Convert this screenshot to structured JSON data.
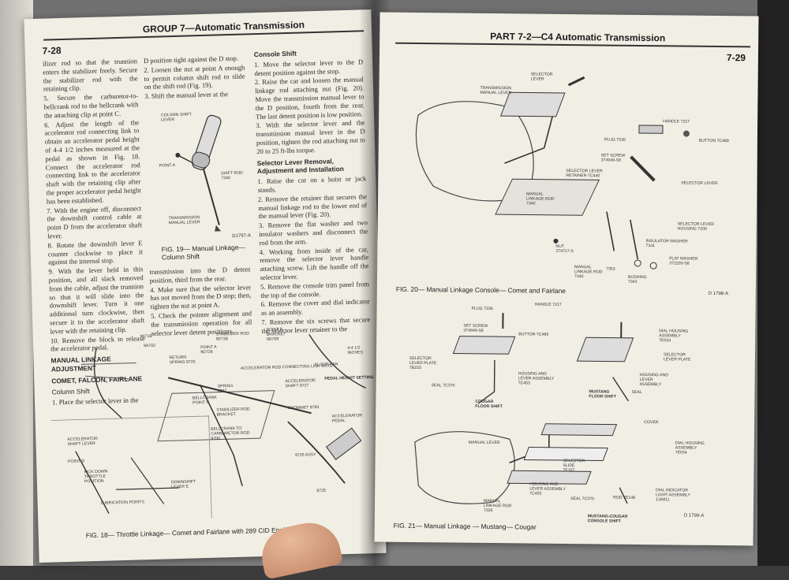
{
  "left_page": {
    "header": "GROUP 7—Automatic Transmission",
    "page_number": "7-28",
    "col1": [
      "ilizer rod so that the trunnion enters the stabilizer freely. Secure the stabilizer rod with the retaining clip.",
      "5. Secure the carburetor-to-bellcrank rod to the bellcrank with the attaching clip at point C.",
      "6. Adjust the length of the accelerator rod connecting link to obtain an accelerator pedal height of 4-4 1/2 inches measured at the pedal as shown in Fig. 18. Connect the accelerator rod connecting link to the accelerator shaft with the retaining clip after the proper accelerator pedal height has been established.",
      "7. With the engine off, disconnect the downshift control cable at point D from the accelerator shaft lever.",
      "8. Rotate the downshift lever E counter clockwise to place it against the internal stop.",
      "9. With the lever held in this position, and all slack removed from the cable, adjust the trunnion so that it will slide into the downshift lever. Turn it one additional turn clockwise, then secure it to the accelerator shaft lever with the retaining clip.",
      "10. Remove the block to release the accelerator pedal."
    ],
    "col1_heading": "MANUAL LINKAGE ADJUSTMENT",
    "col1_subheading": "COMET, FALCON, FAIRLANE",
    "col1_subsub": "Column Shift",
    "col1_step1": "1. Place the selector lever in the",
    "col2_top": [
      "D position tight against the D stop.",
      "2. Loosen the nut at point A enough to permit column shift rod to slide on the shift rod (Fig. 19).",
      "3. Shift the manual lever at the"
    ],
    "col2_bottom": [
      "transmission into the D detent position, third from the rear.",
      "4. Make sure that the selector lever has not moved from the D stop; then, tighten the nut at point A.",
      "5. Check the pointer alignment and the transmission operation for all selector lever detent positions."
    ],
    "fig19": {
      "caption": "FIG. 19— Manual Linkage— Column Shift",
      "code": "D1797-A",
      "labels": [
        "COLUMN SHIFT LEVER",
        "POINT A",
        "SHIFT ROD 7340",
        "TRANSMISSION MANUAL LEVER"
      ]
    },
    "col3_heading": "Console Shift",
    "col3": [
      "1. Move the selector lever to the D detent position against the stop.",
      "2. Raise the car and loosen the manual linkage rod attaching nut (Fig. 20). Move the transmission manual lever to the D position, fourth from the rear. The last detent position is low position.",
      "3. With the selector lever and the transmission manual lever in the D position, tighten the rod attaching nut to 20 to 25 ft-lbs torque."
    ],
    "col3_heading2": "Selector Lever Removal, Adjustment and Installation",
    "col3b": [
      "1. Raise the car on a hoist or jack stands.",
      "2. Remove the retainer that secures the manual linkage rod to the lower end of the manual lever (Fig. 20).",
      "3. Remove the flat washer and two insulator washers and disconnect the rod from the arm.",
      "4. Working from inside of the car, remove the selector lever handle attaching screw. Lift the handle off the selector lever.",
      "5. Remove the console trim panel from the top of the console.",
      "6. Remove the cover and dial indicator as an assembly.",
      "7. Remove the six screws that secure the selector lever retainer to the"
    ],
    "fig18": {
      "caption": "FIG. 18— Throttle Linkage— Comet and Fairlane with 289 CID Engine",
      "labels": [
        "STABILIZER ROD 9071B",
        "POINT B BRACKET 9D709",
        "POINT A 9D728",
        "RETURN SPRING 9725",
        "ACCELERATOR ROD CONNECTING LINK 9A702",
        "SPRING 9737",
        "ACCELERATOR SHAFT 9727",
        "BELLCRANK POINT C",
        "STABILIZER ROD BRACKET",
        "BELLCRANK TO CARBURETOR ROD 9700",
        "GROMMET 9793",
        "ACCELERATOR PEDAL",
        "9725 ASSY",
        "9725",
        "FLOOR PAN",
        "PEDAL HEIGHT SETTING",
        "4-4 1/2 INCHES",
        "ACCELERATOR SHAFT LEVER",
        "POINT D",
        "KICK DOWN THROTTLE POSITION",
        "DOWNSHIFT LEVER E",
        "LUBRICATION POINTS",
        "9071B",
        "9A702"
      ]
    }
  },
  "right_page": {
    "header": "PART 7-2—C4 Automatic Transmission",
    "page_number": "7-29",
    "fig20": {
      "caption": "FIG. 20— Manual Linkage Console— Comet and Fairlane",
      "code": "D 1798-A",
      "labels": [
        "SELECTOR LEVER",
        "TRANSMISSION MANUAL LEVER",
        "HANDLE 7217",
        "PLUG 7236",
        "BUTTON 7C489",
        "SET SCREW 374949-S8",
        "SELECTOR LEVER RETAINER-7C440",
        "SELECTOR LEVER",
        "MANUAL LINKAGE ROD 7340",
        "SELECTOR LEVER HOUSING 7200",
        "INSULATOR WASHER 7341",
        "NUT 374717-S",
        "FLAT WASHER 372203-S8",
        "MANUAL LINKAGE ROD 7340",
        "7353",
        "BUSHING 7343"
      ]
    },
    "fig21": {
      "caption": "FIG. 21— Manual Linkage — Mustang— Cougar",
      "code": "D 1799-A",
      "labels": [
        "PLUG 7236",
        "HANDLE 7217",
        "SET SCREW 374949-S8",
        "BUTTON 7C489",
        "DIAL HOUSING ASSEMBLY 7E034",
        "SELECTOR LEVER PLATE",
        "SELECTOR LEVER PLATE 7B233",
        "HOUSING AND LEVER ASSEMBLY 7C453",
        "SEAL 7C370",
        "COUGAR FLOOR SHIFT",
        "HOUSING AND LEVER ASSEMBLY",
        "MUSTANG FLOOR SHIFT",
        "SEAL",
        "MANUAL LEVER",
        "COVER",
        "DIAL HOUSING ASSEMBLY 7E034",
        "SELECTOR SLIDE 7E157",
        "MANUAL LINKAGE ROD 7326",
        "HOUSING AND LEVER ASSEMBLY 7C453",
        "SEAL 7C370",
        "ROD 7E148",
        "DIAL INDICATOR LIGHT ASSEMBLY 13A811",
        "MUSTANG-COUGAR CONSOLE SHIFT"
      ]
    }
  }
}
